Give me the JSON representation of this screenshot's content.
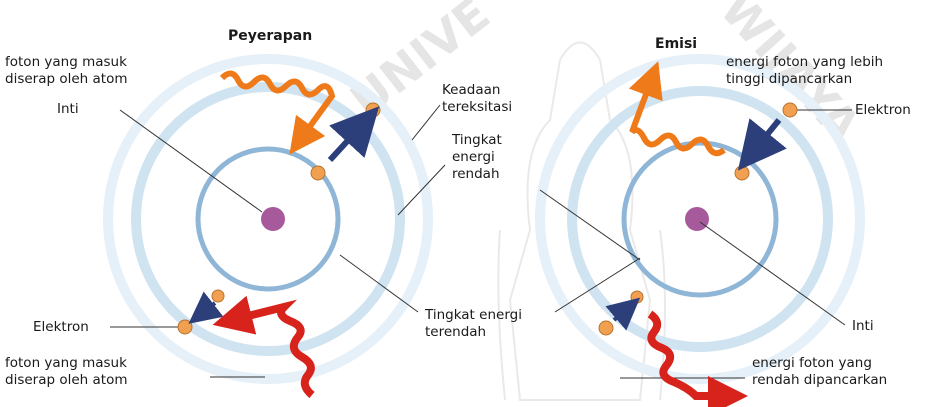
{
  "titles": {
    "absorption": "Peyerapan",
    "emission": "Emisi"
  },
  "labels": {
    "absorb_top": [
      "foton yang masuk",
      "diserap oleh atom"
    ],
    "inti_left": "Inti",
    "excited": [
      "Keadaan",
      "tereksitasi"
    ],
    "low_level": [
      "Tingkat",
      "energi",
      "rendah"
    ],
    "lowest_level": [
      "Tingkat energi",
      "terendah"
    ],
    "electron_left": "Elektron",
    "absorb_bottom": [
      "foton yang masuk",
      "diserap oleh atom"
    ],
    "emit_high": [
      "energi foton yang lebih",
      "tinggi dipancarkan"
    ],
    "electron_right": "Elektron",
    "inti_right": "Inti",
    "emit_low": [
      "energi foton yang",
      "rendah dipancarkan"
    ]
  },
  "watermark": {
    "left": "UNIVE",
    "right": "WIJAYA"
  },
  "colors": {
    "orbit_inner": "#8fb6d6",
    "orbit_outer": "#cfe3f1",
    "nucleus": "#a65a9c",
    "electron": "#f0a050",
    "photon_high": "#ef7a1a",
    "photon_low": "#d8231c",
    "arrow": "#2c3f7a"
  }
}
